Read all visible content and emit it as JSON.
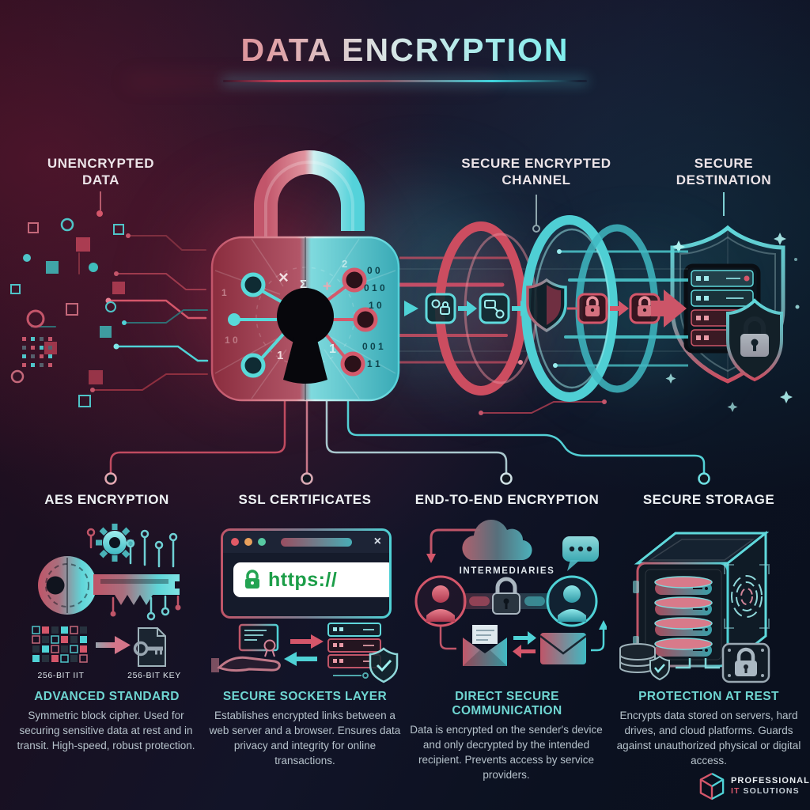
{
  "title": "DATA ENCRYPTION",
  "flow": {
    "unencrypted_label": "UNENCRYPTED DATA",
    "channel_label": "SECURE ENCRYPTED CHANNEL",
    "destination_label": "SECURE DESTINATION"
  },
  "lock": {
    "symbols": {
      "s1": "×",
      "s2": "Σ",
      "s3": "+",
      "s4": "2",
      "s5": "1",
      "s6": "1"
    },
    "binary": {
      "b1": "0 0",
      "b2": "0 1 0",
      "b3": "1 0",
      "b4": "0 0 1",
      "b5": "1 1"
    }
  },
  "icons": {
    "close": "×"
  },
  "columns": [
    {
      "title": "AES ENCRYPTION",
      "subtitle": "ADVANCED STANDARD",
      "description": "Symmetric block cipher. Used for securing sensitive data at rest and in transit. High-speed, robust protection.",
      "labels": {
        "left": "256-BIT IIT",
        "right": "256-BIT KEY"
      }
    },
    {
      "title": "SSL CERTIFICATES",
      "subtitle": "SECURE SOCKETS LAYER",
      "description": "Establishes encrypted links between a web server and a browser. Ensures data privacy and integrity for online transactions.",
      "labels": {
        "url": "https://"
      }
    },
    {
      "title": "END-TO-END ENCRYPTION",
      "subtitle": "DIRECT SECURE COMMUNICATION",
      "description": "Data is encrypted on the sender's device and only decrypted by the intended recipient. Prevents access by service providers.",
      "labels": {
        "cloud": "INTERMEDIARIES"
      }
    },
    {
      "title": "SECURE STORAGE",
      "subtitle": "PROTECTION AT REST",
      "description": "Encrypts data stored on servers, hard drives, and cloud platforms. Guards against unauthorized physical or digital access."
    }
  ],
  "footer": {
    "brand_line1": "PROFESSIONAL",
    "brand_accent": "IT",
    "brand_line2": "SOLUTIONS"
  },
  "colors": {
    "accent_red": "#d4566a",
    "accent_teal": "#4fd2d6",
    "https_green": "#1d9e49",
    "heading_teal": "#6fd6d2",
    "background_dark": "#0b1120"
  }
}
